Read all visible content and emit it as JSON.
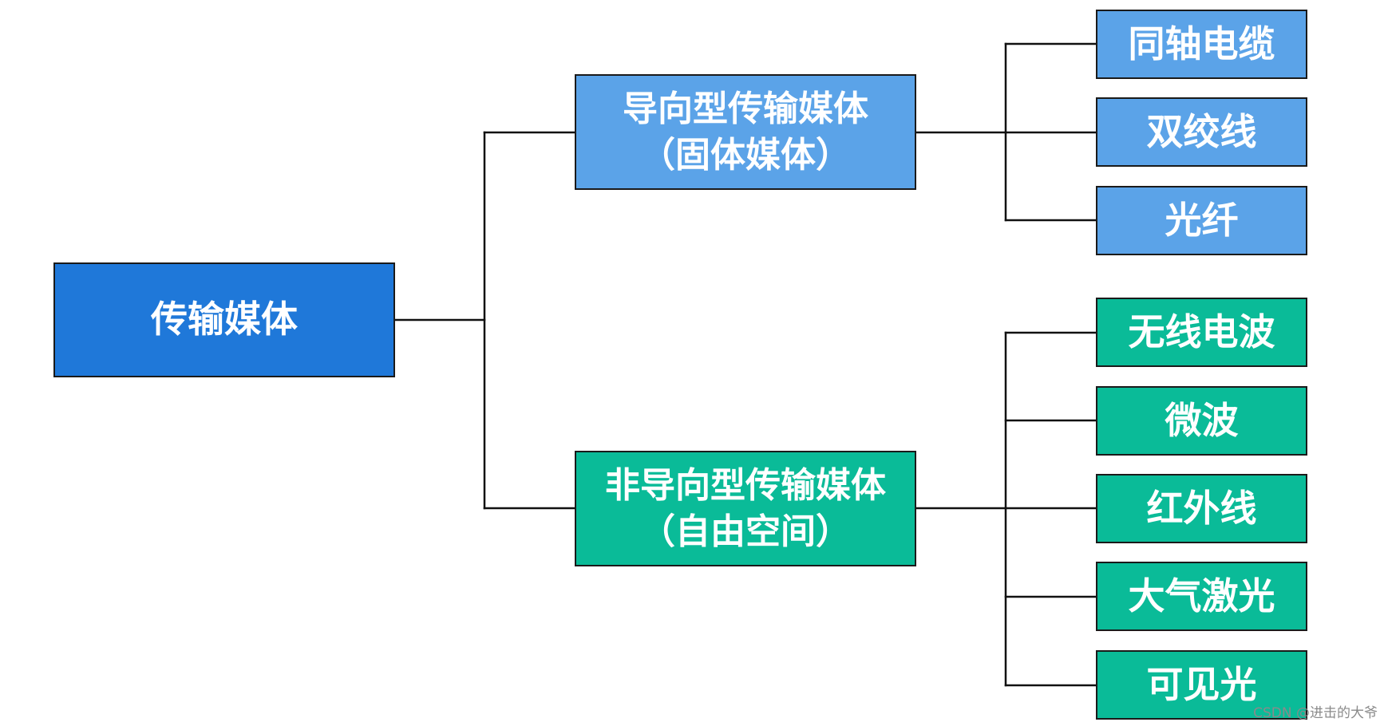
{
  "colors": {
    "root": "#1f78d9",
    "guided": "#5ba3e8",
    "unguided": "#0abb98",
    "connector": "#111111"
  },
  "root": {
    "label": "传输媒体"
  },
  "guided": {
    "title": "导向型传输媒体",
    "subtitle": "（固体媒体）",
    "items": [
      "同轴电缆",
      "双绞线",
      "光纤"
    ]
  },
  "unguided": {
    "title": "非导向型传输媒体",
    "subtitle": "（自由空间）",
    "items": [
      "无线电波",
      "微波",
      "红外线",
      "大气激光",
      "可见光"
    ]
  },
  "watermark": "CSDN @进击的大爷"
}
